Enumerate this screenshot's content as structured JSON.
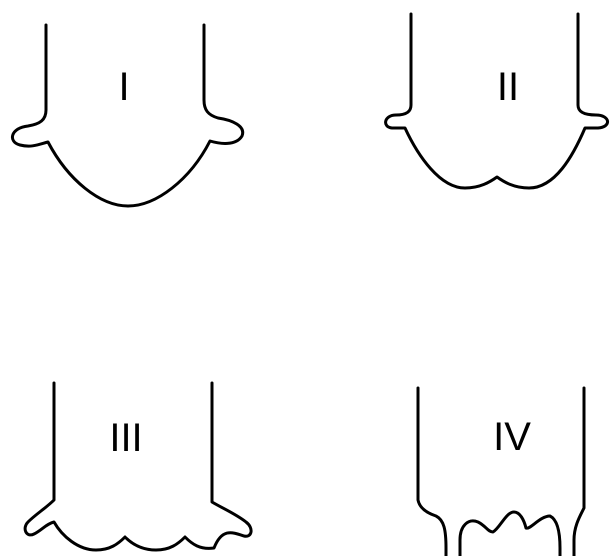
{
  "diagram": {
    "shapes": [
      {
        "label": "I"
      },
      {
        "label": "II"
      },
      {
        "label": "III"
      },
      {
        "label": "IV"
      }
    ]
  }
}
